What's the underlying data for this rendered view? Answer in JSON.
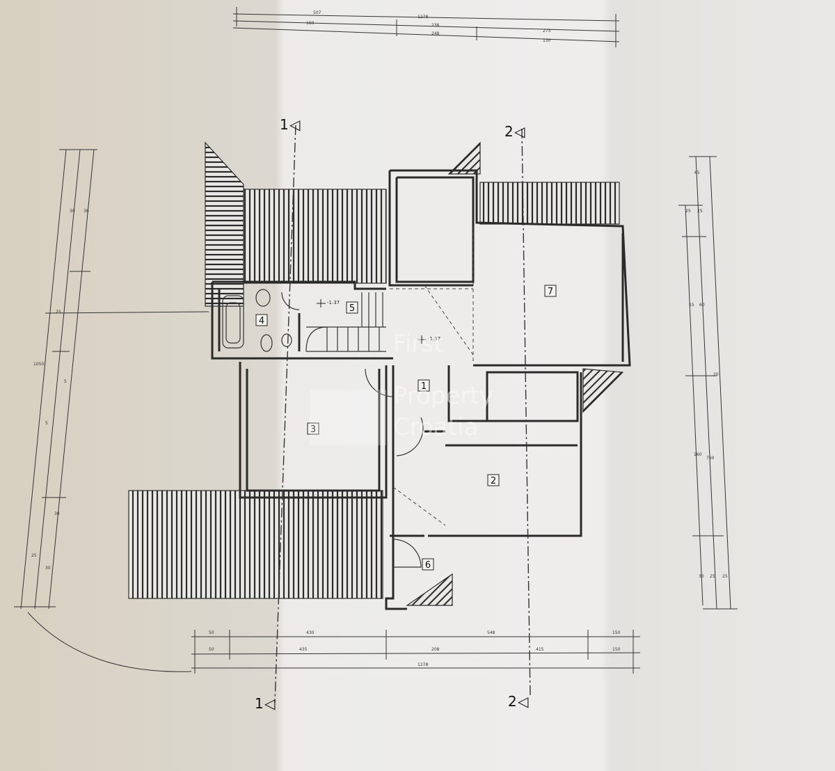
{
  "rooms": [
    {
      "id": "room-1",
      "label": "1"
    },
    {
      "id": "room-2",
      "label": "2"
    },
    {
      "id": "room-3",
      "label": "3"
    },
    {
      "id": "room-4",
      "label": "4"
    },
    {
      "id": "room-5",
      "label": "5"
    },
    {
      "id": "room-6",
      "label": "6"
    },
    {
      "id": "room-7",
      "label": "7"
    }
  ],
  "section_marks": {
    "mark1_label": "1",
    "mark2_label": "2"
  },
  "levels": {
    "stair_level": "-1.37",
    "hall_level": "-1.37"
  },
  "watermark": {
    "line1": "First",
    "line2": "Property",
    "line3": "Croatia"
  },
  "dimensions": {
    "bottom_row1": [
      "50",
      "430",
      "548",
      "150"
    ],
    "bottom_row2": [
      "50",
      "435",
      "208",
      "415",
      "150"
    ],
    "bottom_total": "1278",
    "top_row1": [
      "507",
      "1278"
    ],
    "top_row2": [
      "160",
      "236",
      "273"
    ],
    "top_row3": [
      "248",
      "130"
    ],
    "left_col": [
      "36",
      "30",
      "25",
      "1050",
      "5",
      "5",
      "30",
      "25",
      "30"
    ],
    "right_col": [
      "65",
      "25",
      "25",
      "15",
      "60",
      "20",
      "160",
      "760",
      "30",
      "25",
      "25"
    ]
  },
  "colors": {
    "paper": "#d9d7d2",
    "ink": "#2a2a2a"
  }
}
